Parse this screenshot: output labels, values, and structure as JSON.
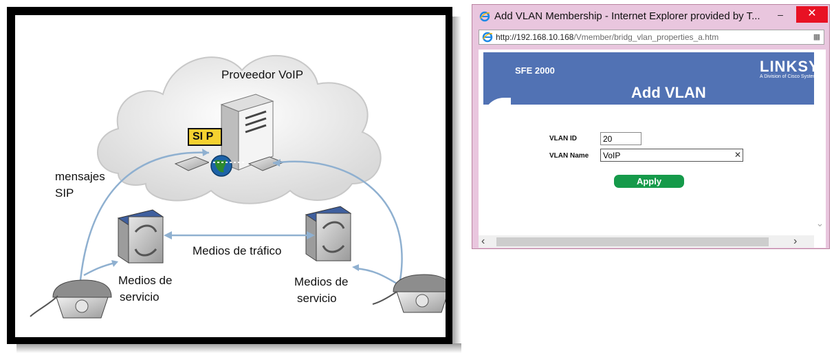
{
  "diagram": {
    "cloud_label": "Proveedor VoIP",
    "sip_tag": "SI P",
    "messages_label_line1": "mensajes",
    "messages_label_line2": "SIP",
    "traffic_label": "Medios de tráfico",
    "left_service_line1": "Medios de",
    "left_service_line2": "servicio",
    "right_service_line1": "Medios de",
    "right_service_line2": "servicio"
  },
  "window": {
    "title": "Add VLAN Membership - Internet Explorer provided by T...",
    "min_glyph": "–",
    "close_glyph": "✕",
    "address_host": "http://192.168.10.168",
    "address_path": "/Vmember/bridg_vlan_properties_a.htm"
  },
  "page": {
    "device": "SFE 2000",
    "logo": "LINKSYS",
    "logo_sub": "A Division of Cisco Systems",
    "title": "Add VLAN",
    "vlan_id_label": "VLAN ID",
    "vlan_id_value": "20",
    "vlan_name_label": "VLAN Name",
    "vlan_name_value": "VoIP",
    "apply_label": "Apply"
  },
  "colors": {
    "banner": "#5172b4",
    "apply": "#159a4a",
    "close": "#e81123",
    "window_frame": "#e9c6de"
  }
}
